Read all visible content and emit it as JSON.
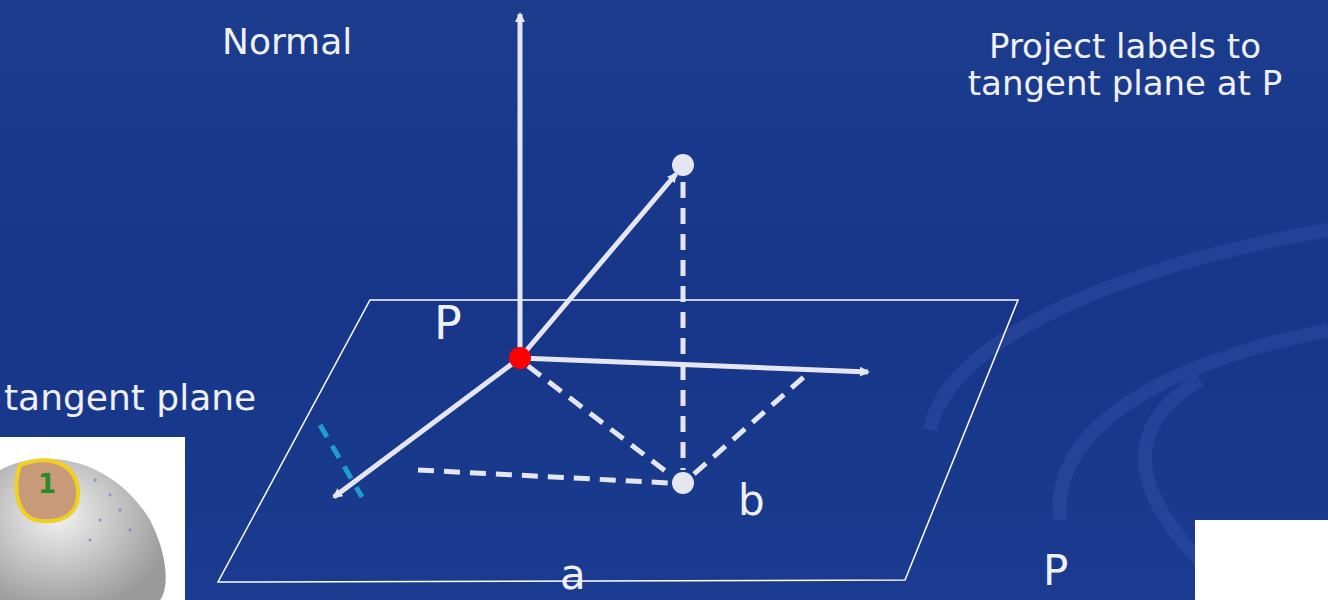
{
  "diagram": {
    "labels": [
      "Normal",
      "Project labels to tangent plane at P",
      "P",
      "tangent plane",
      "a",
      "b",
      "P",
      "1"
    ]
  }
}
